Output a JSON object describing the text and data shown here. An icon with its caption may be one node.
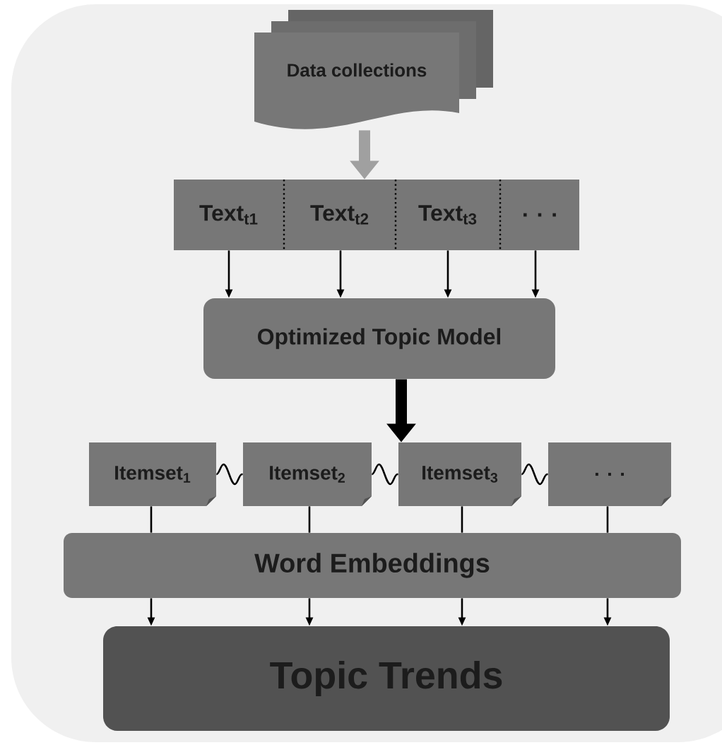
{
  "diagram": {
    "nodes": [
      {
        "text": [
          "Data collections"
        ]
      },
      {
        "text": [],
        "shape": "bar"
      },
      {
        "text": [
          "Text$_{t1}$"
        ],
        "in": 1
      },
      {
        "text": [
          "Text$_{t2}$"
        ],
        "in": 1
      },
      {
        "text": [
          "Text$_{t3}$"
        ],
        "in": 1
      },
      {
        "text": [
          ". . ."
        ],
        "in": 1
      },
      {
        "text": [
          "Optimized Topic Model"
        ]
      },
      {
        "text": [
          "Itemset$_{1}$"
        ]
      },
      {
        "text": [
          "Itemset$_{2}$"
        ]
      },
      {
        "text": [
          "Itemset$_{3}$"
        ]
      },
      {
        "text": [
          ". . ."
        ]
      },
      {
        "text": [
          "Word Embeddings"
        ]
      },
      {
        "text": [
          "Topic Trends"
        ]
      }
    ],
    "edges": [
      {
        "from": 0,
        "to": 1,
        "arrow": "to",
        "style": "thick",
        "color": "#a0a0a0"
      },
      {
        "from": 2,
        "to": 6,
        "arrow": "to"
      },
      {
        "from": 3,
        "to": 6,
        "arrow": "to"
      },
      {
        "from": 4,
        "to": 6,
        "arrow": "to"
      },
      {
        "from": 5,
        "to": 6,
        "arrow": "to"
      },
      {
        "from": 6,
        "to": 9,
        "arrow": "to",
        "style": "thick"
      },
      {
        "from": 7,
        "to": 8,
        "arrow": "none"
      },
      {
        "from": 8,
        "to": 9,
        "arrow": "none"
      },
      {
        "from": 9,
        "to": 10,
        "arrow": "none"
      },
      {
        "from": 7,
        "to": 11,
        "arrow": "none"
      },
      {
        "from": 8,
        "to": 11,
        "arrow": "none"
      },
      {
        "from": 9,
        "to": 11,
        "arrow": "none"
      },
      {
        "from": 10,
        "to": 11,
        "arrow": "none"
      },
      {
        "from": 11,
        "to": 12,
        "arrow": "to"
      },
      {
        "from": 11,
        "to": 12,
        "arrow": "to"
      },
      {
        "from": 11,
        "to": 12,
        "arrow": "to"
      },
      {
        "from": 11,
        "to": 12,
        "arrow": "to"
      }
    ]
  }
}
